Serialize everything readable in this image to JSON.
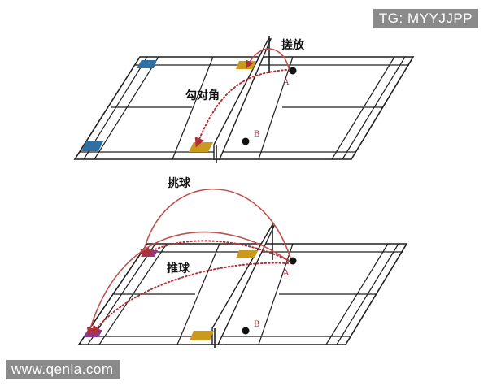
{
  "watermark_top": "TG: MYYJJPP",
  "watermark_bottom": "www.qenla.com",
  "top_diagram": {
    "label_net_drop": "搓放",
    "label_cross": "勾对角",
    "player_a": "A",
    "player_b": "B"
  },
  "bottom_diagram": {
    "label_lift": "挑球",
    "label_push": "推球",
    "player_a": "A",
    "player_b": "B"
  },
  "colors": {
    "corner_blue": "#2f6fa3",
    "target_gold": "#c99a1e",
    "target_purple": "#8a3a8f",
    "trajectory": "#c0504d",
    "lines": "#1f1f1f"
  }
}
